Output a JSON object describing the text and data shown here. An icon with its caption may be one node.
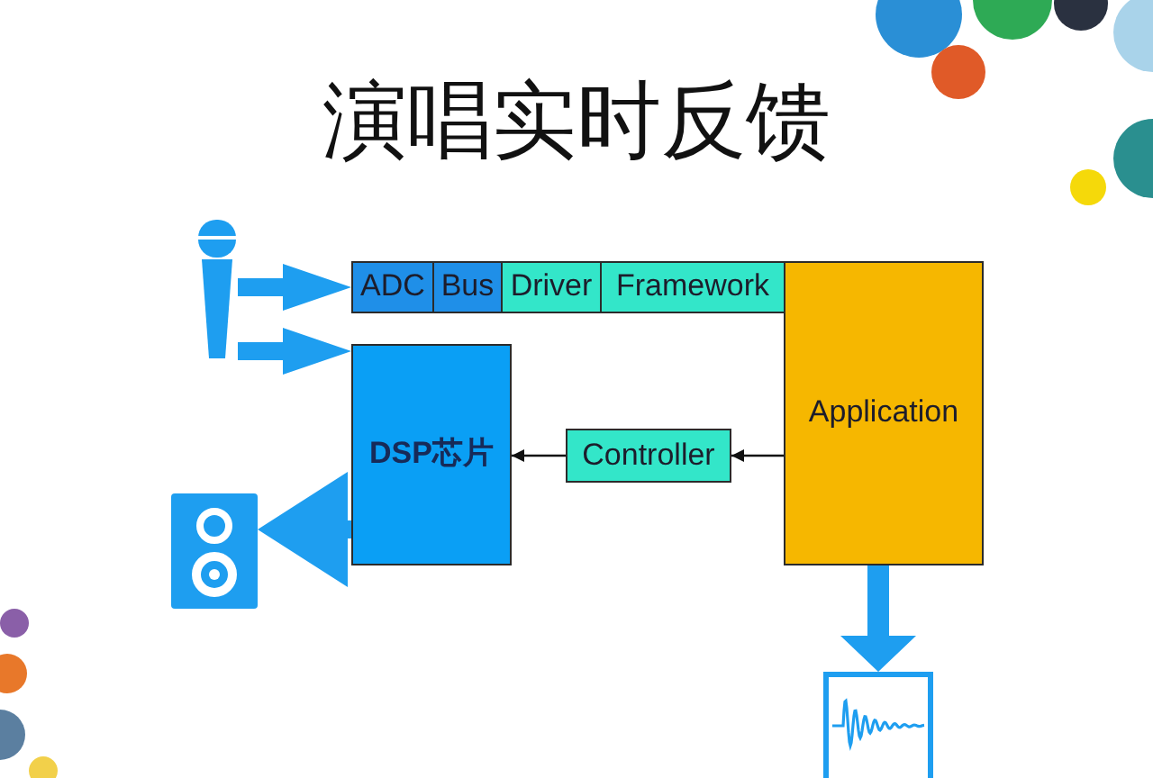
{
  "diagram": {
    "title": "演唱实时反馈",
    "nodes": [
      {
        "text": [],
        "shape": "picture"
      },
      {
        "text": [
          "ADC"
        ]
      },
      {
        "text": [
          "Bus"
        ]
      },
      {
        "text": [
          "Driver"
        ]
      },
      {
        "text": [
          "Framework"
        ]
      },
      {
        "text": [
          "Application"
        ]
      },
      {
        "text": [
          "DSP芯片"
        ]
      },
      {
        "text": [
          "Controller"
        ]
      },
      {
        "text": [],
        "shape": "picture"
      },
      {
        "text": [],
        "shape": "picture"
      }
    ],
    "edges": [
      {
        "from": 0,
        "to": 1,
        "arrow": "to",
        "style": "thick",
        "color": "#1e9ef0"
      },
      {
        "from": 0,
        "to": 6,
        "arrow": "to",
        "style": "thick",
        "color": "#1e9ef0"
      },
      {
        "from": 5,
        "to": 7,
        "arrow": "to"
      },
      {
        "from": 7,
        "to": 6,
        "arrow": "to"
      },
      {
        "from": 6,
        "to": 8,
        "arrow": "to",
        "style": "thick",
        "color": "#1e9ef0"
      },
      {
        "from": 5,
        "to": 9,
        "arrow": "to",
        "style": "thick",
        "color": "#1e9ef0"
      }
    ]
  }
}
